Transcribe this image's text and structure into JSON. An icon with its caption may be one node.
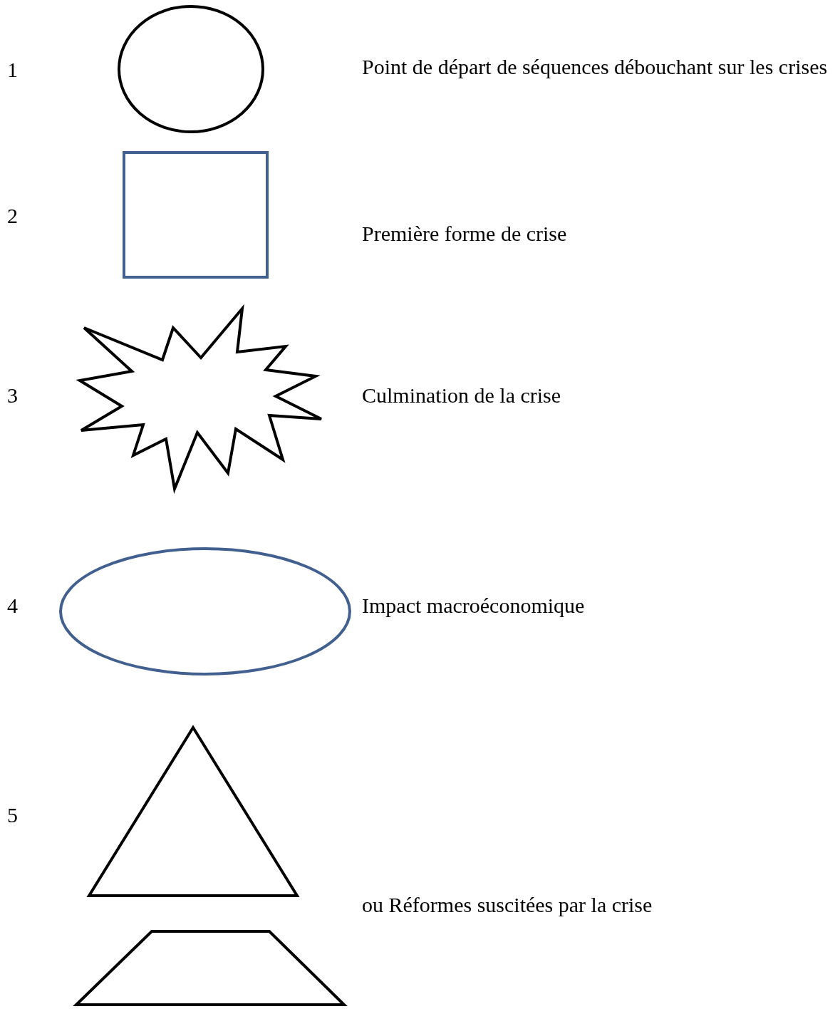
{
  "diagram": {
    "nodes": [
      {
        "text": [],
        "shape": "circle"
      },
      {
        "text": [],
        "shape": "box"
      },
      {
        "text": [],
        "shape": "starburst"
      },
      {
        "text": [],
        "shape": "ellipse"
      },
      {
        "text": [],
        "shape": "triangle"
      },
      {
        "text": [],
        "shape": "trapezoid"
      }
    ],
    "labels": [
      "1",
      "2",
      "3",
      "4",
      "5"
    ],
    "legend": [
      {
        "text": "Point de départ de séquences débouchant sur les crises"
      },
      {
        "text": "Première forme de crise"
      },
      {
        "text": "Culmination de la crise"
      },
      {
        "text": "Impact macroéconomique"
      },
      {
        "text": "ou Réformes suscitées par la crise"
      }
    ]
  }
}
